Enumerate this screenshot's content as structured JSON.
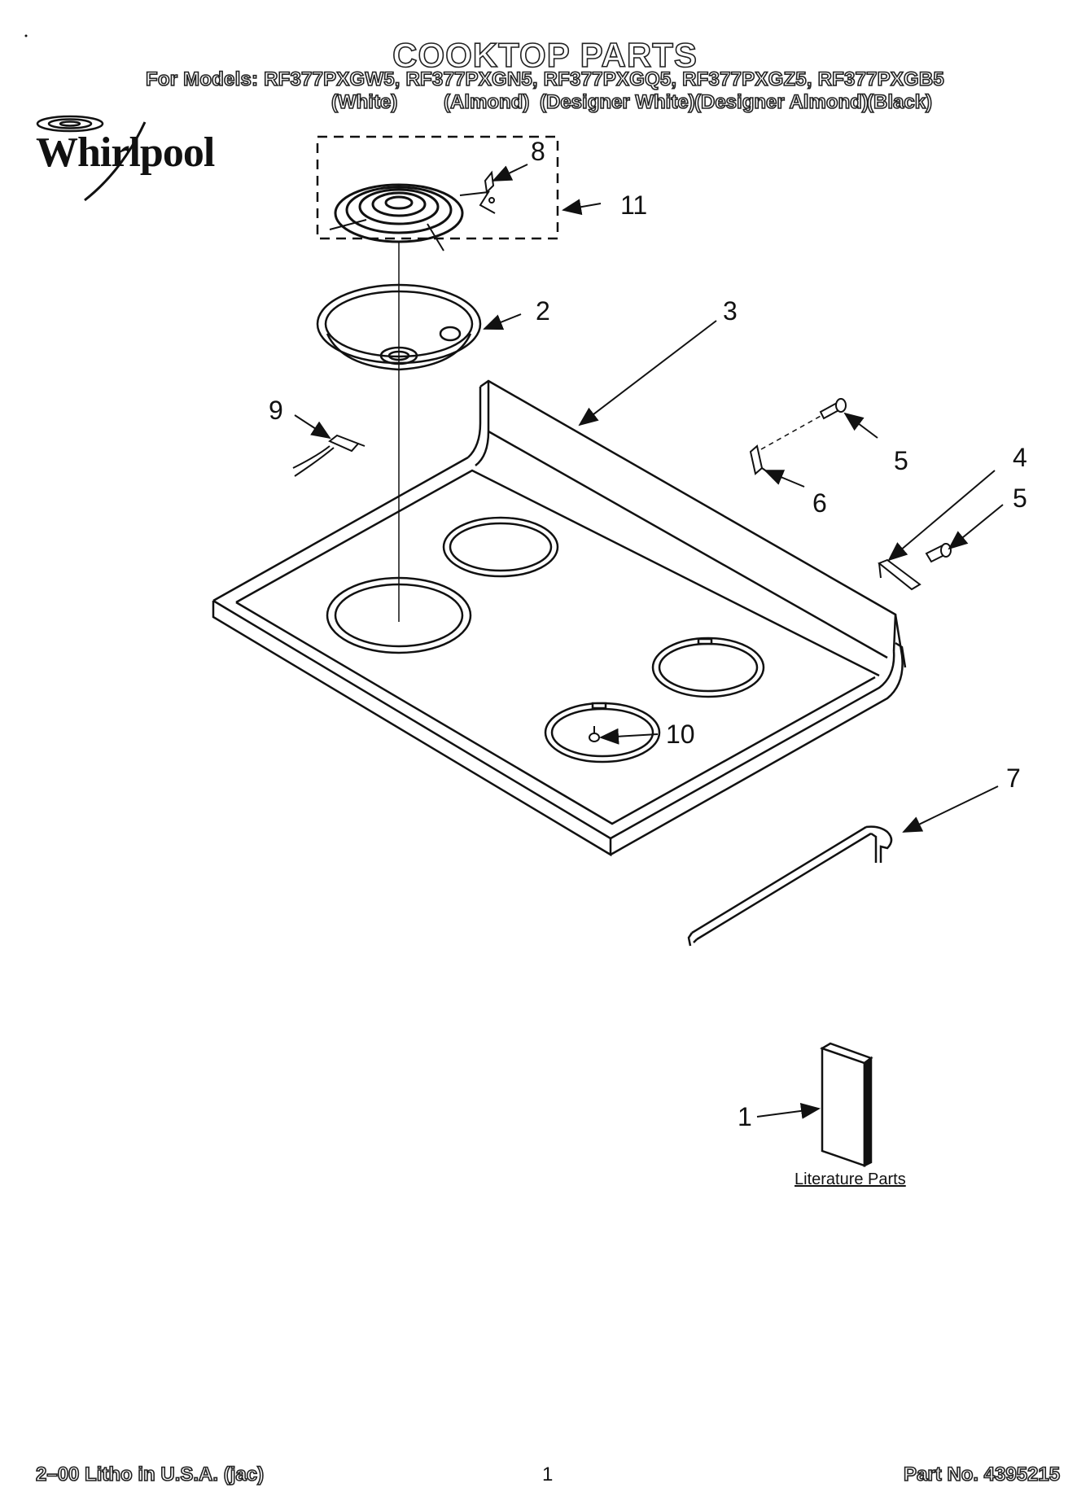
{
  "header": {
    "title": "COOKTOP PARTS",
    "models_line": "For Models: RF377PXGW5, RF377PXGN5, RF377PXGQ5, RF377PXGZ5, RF377PXGB5",
    "colors": [
      "(White)",
      "(Almond)",
      "(Designer White)",
      "(Designer Almond)",
      "(Black)"
    ]
  },
  "logo": {
    "brand": "Whirlpool"
  },
  "callouts": {
    "c1": "1",
    "c2": "2",
    "c3": "3",
    "c4": "4",
    "c5a": "5",
    "c5b": "5",
    "c6": "6",
    "c7": "7",
    "c8": "8",
    "c9": "9",
    "c10": "10",
    "c11": "11"
  },
  "literature_label": "Literature Parts",
  "footer": {
    "litho": "2–00 Litho in U.S.A. (jac)",
    "page_number": "1",
    "part_number": "Part No. 4395215"
  }
}
